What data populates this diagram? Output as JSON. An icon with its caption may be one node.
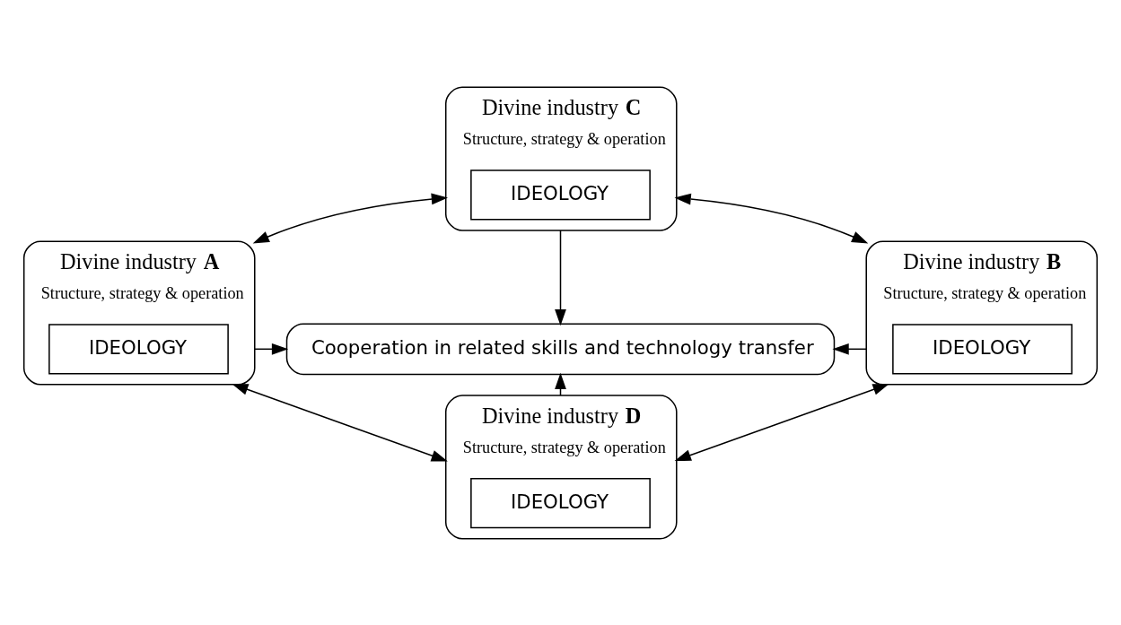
{
  "diagram": {
    "nodes": [
      {
        "text": [
          "Divine industry **C**",
          "Structure, strategy & operation"
        ]
      },
      {
        "text": [
          "IDEOLOGY"
        ],
        "in": 0
      },
      {
        "text": [
          "Divine industry **A**",
          "Structure, strategy & operation"
        ]
      },
      {
        "text": [
          "IDEOLOGY"
        ],
        "in": 2
      },
      {
        "text": [
          "Cooperation in related skills and technology transfer"
        ]
      },
      {
        "text": [
          "Divine industry **B**",
          "Structure, strategy & operation"
        ]
      },
      {
        "text": [
          "IDEOLOGY"
        ],
        "in": 5
      },
      {
        "text": [
          "Divine industry **D**",
          "Structure, strategy & operation"
        ]
      },
      {
        "text": [
          "IDEOLOGY"
        ],
        "in": 7
      }
    ],
    "edges": [
      {
        "from": 0,
        "to": 2,
        "arrow": "both"
      },
      {
        "from": 0,
        "to": 5,
        "arrow": "both"
      },
      {
        "from": 0,
        "to": 4,
        "arrow": "to"
      },
      {
        "from": 2,
        "to": 4,
        "arrow": "to"
      },
      {
        "from": 5,
        "to": 4,
        "arrow": "to"
      },
      {
        "from": 7,
        "to": 4,
        "arrow": "to"
      },
      {
        "from": 2,
        "to": 7,
        "arrow": "both"
      },
      {
        "from": 5,
        "to": 7,
        "arrow": "both"
      }
    ]
  }
}
